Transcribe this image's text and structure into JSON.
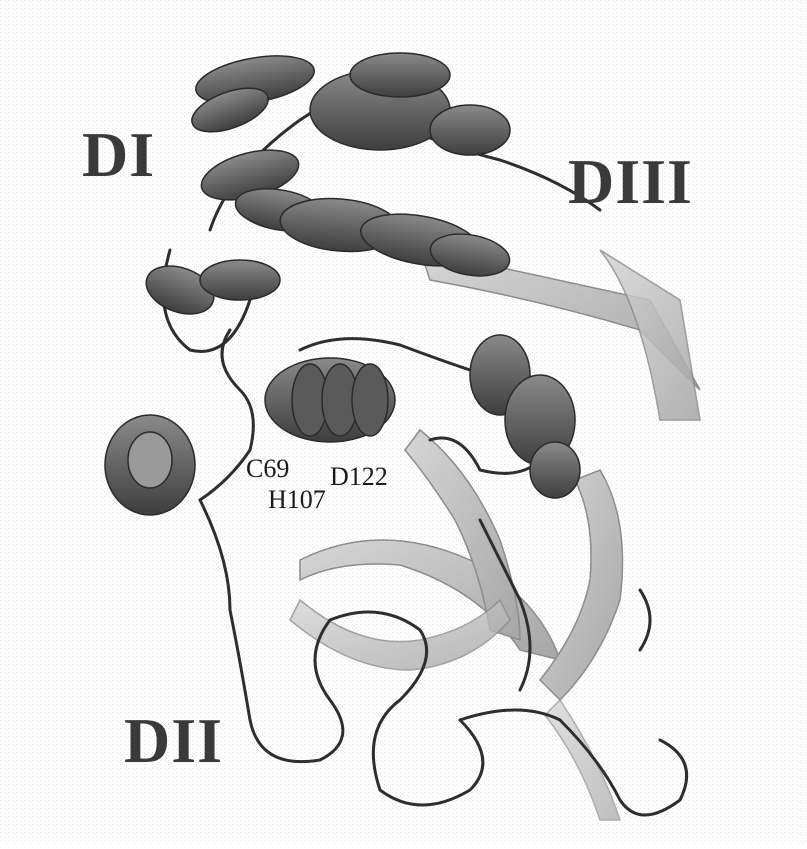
{
  "domains": {
    "d1": "DI",
    "d2": "DII",
    "d3": "DIII"
  },
  "residues": {
    "c69": "C69",
    "d122": "D122",
    "h107": "H107"
  },
  "colors": {
    "helix": "#6e6e6e",
    "helix_dark": "#4a4a4a",
    "strand": "#b8b8b8",
    "coil": "#2e2e2e",
    "label": "#3a3a3a"
  }
}
